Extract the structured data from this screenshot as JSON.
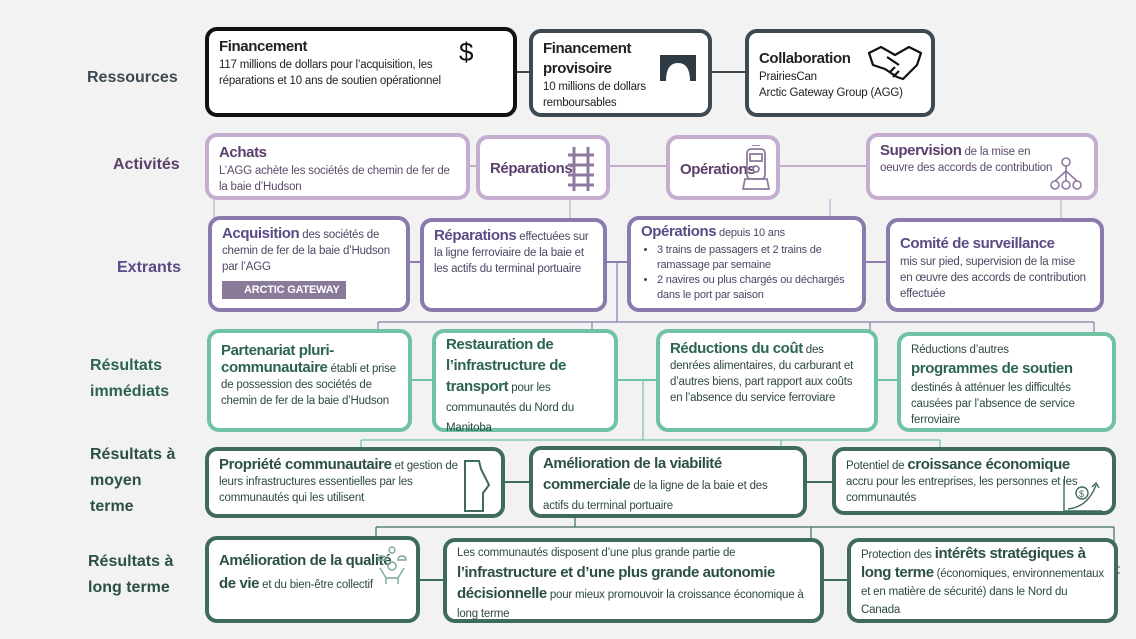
{
  "rows": {
    "resources": "Ressources",
    "activities": "Activités",
    "outputs": "Extrants",
    "immediate": [
      "Résultats",
      "immédiats"
    ],
    "intermediate": [
      "Résultats à",
      "moyen",
      "terme"
    ],
    "longterm": [
      "Résultats à",
      "long terme"
    ]
  },
  "resources": {
    "funding": {
      "title": "Financement",
      "text": "117 millions de dollars pour l’acquisition, les réparations et 10 ans de soutien opérationnel"
    },
    "interim": {
      "title": "Financement provisoire",
      "text": "10 millions de dollars remboursables"
    },
    "collab": {
      "title": "Collaboration",
      "line1": "PrairiesCan",
      "line2": "Arctic Gateway Group (AGG)"
    }
  },
  "activities": {
    "purchases": {
      "title": "Achats",
      "text": "L’AGG achète les sociétés de chemin de fer de la baie d’Hudson"
    },
    "repairs": {
      "title": "Réparations"
    },
    "operations": {
      "title": "Opérations"
    },
    "supervision": {
      "bold": "Supervision",
      "text": " de la mise en oeuvre des accords de contribution"
    }
  },
  "outputs": {
    "acquisition": {
      "bold": "Acquisition",
      "text": " des sociétés de chemin de fer de la baie d’Hudson par l’AGG",
      "logo": "ARCTIC GATEWAY"
    },
    "repairs": {
      "bold": "Réparations",
      "text": " effectuées sur la ligne ferroviaire de la baie et les actifs du terminal portuaire"
    },
    "operations": {
      "bold": "Opérations",
      "text": " depuis 10 ans",
      "bullets": [
        "3 trains de passagers et 2 trains de ramassage par semaine",
        "2 navires ou plus chargés ou déchargés dans le port par saison"
      ]
    },
    "committee": {
      "title": "Comité de surveillance",
      "text": "mis sur pied, supervision de la mise en œuvre des accords de contribution effectuée"
    }
  },
  "immediate": {
    "partnership": {
      "bold": "Partenariat pluri-communautaire",
      "text": " établi et prise de possession des sociétés de chemin de fer de la baie d’Hudson"
    },
    "restoration": {
      "bold": "Restauration de l’infrastructure de transport",
      "text": " pour les communautés du Nord du Manitoba"
    },
    "costs": {
      "bold": "Réductions du coût",
      "text": " des denrées alimentaires, du carburant et d’autres biens, part rapport aux coûts en l’absence du service ferroviare"
    },
    "programs": {
      "pre": "Réductions d’autres",
      "bold": "programmes de soutien",
      "text": "destinés à atténuer les difficultés causées par l’absence de service ferroviaire"
    }
  },
  "intermediate": {
    "ownership": {
      "bold": "Propriété communautaire",
      "text": " et gestion de leurs infrastructures essentielles par les communautés qui les utilisent"
    },
    "viability": {
      "bold": "Amélioration de la viabilité commerciale",
      "text": " de la ligne de la baie et des actifs du terminal portuaire"
    },
    "growth": {
      "pre": "Potentiel de ",
      "bold": "croissance économique",
      "text": " accru pour les entreprises, les personnes et les communautés"
    }
  },
  "longterm": {
    "quality": {
      "bold": "Amélioration de la qualité de vie",
      "text": " et du bien-être collectif"
    },
    "autonomy": {
      "pre": "Les communautés disposent d’une plus grande partie de ",
      "bold": "l’infrastructure et d’une plus grande autonomie décisionnelle",
      "text": " pour mieux promouvoir la croissance économique à long terme"
    },
    "strategic": {
      "pre": "Protection des ",
      "bold": "intérêts stratégiques à long terme",
      "text": " (économiques, environnementaux et en matière de sécurité) dans le Nord du Canada"
    }
  },
  "icons": [
    "dollar-icon",
    "bridge-icon",
    "handshake-icon",
    "rail-track-icon",
    "train-icon",
    "hierarchy-icon",
    "manitoba-map-icon",
    "growth-chart-icon",
    "wellbeing-icon"
  ],
  "colors": {
    "resources": "#3d4a52",
    "activities": "#c4adcf",
    "outputs": "#8b7aad",
    "immediate": "#6fc3a3",
    "longterm": "#3f6b5f"
  }
}
